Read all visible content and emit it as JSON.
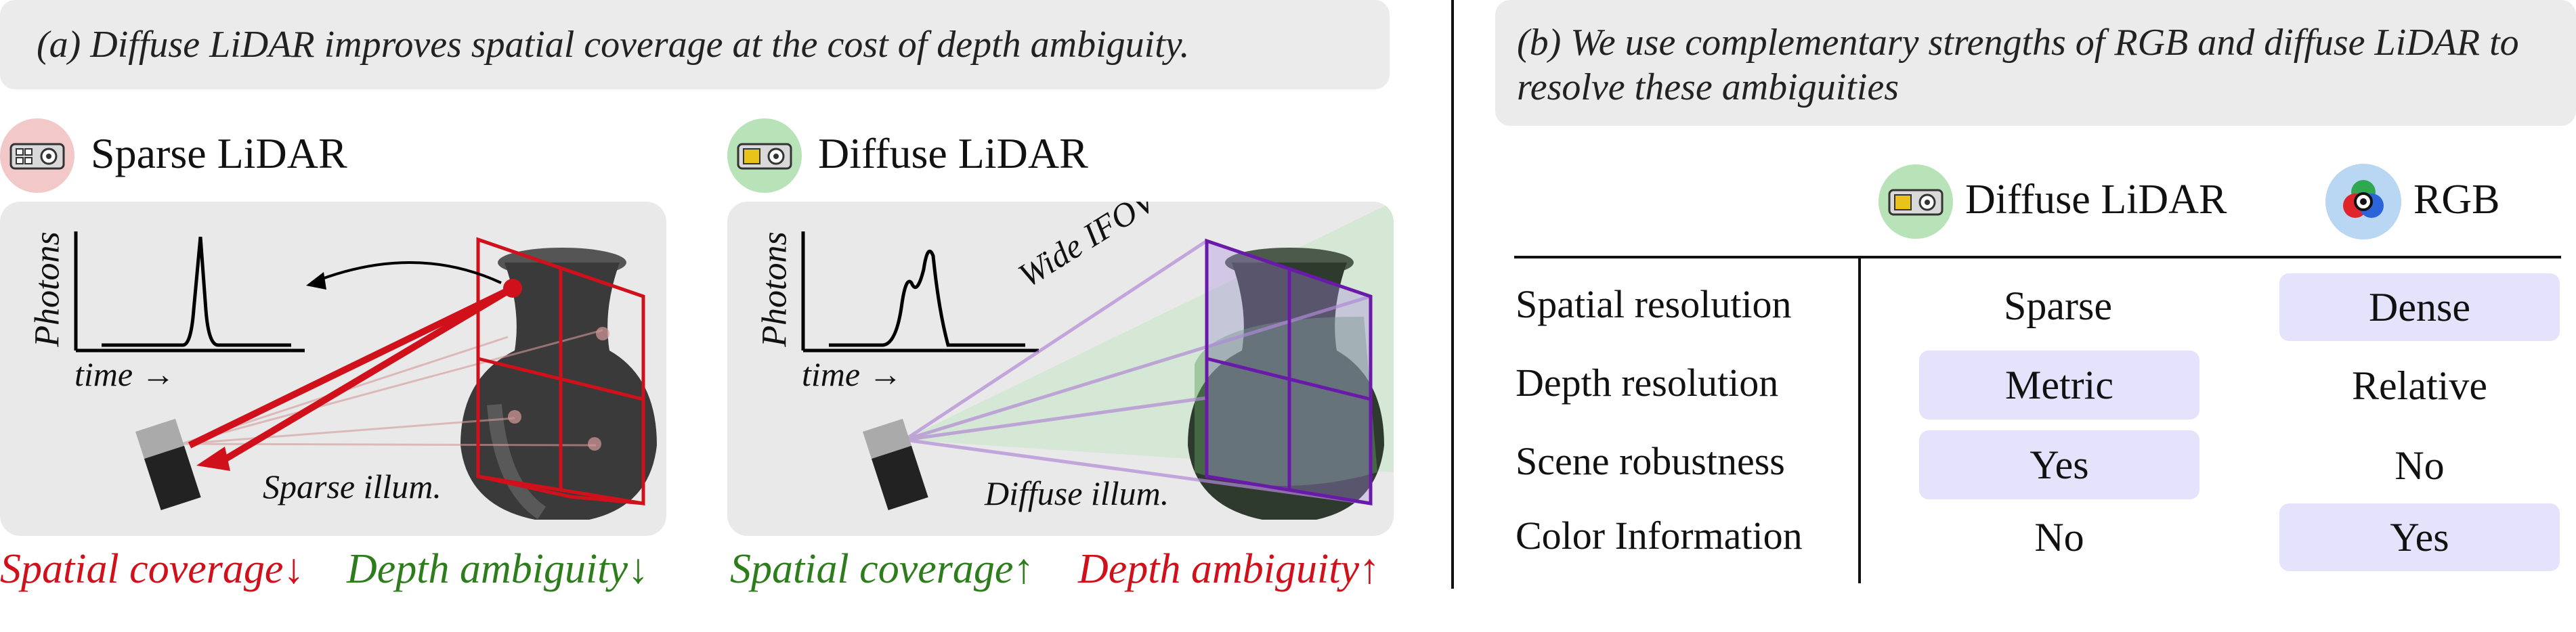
{
  "left": {
    "caption": "(a) Diffuse LiDAR improves spatial coverage at the cost of depth ambiguity.",
    "sparse": {
      "title": "Sparse LiDAR",
      "ylabel": "Photons",
      "xlabel": "time →",
      "illum": "Sparse illum.",
      "spatial": "Spatial coverage↓",
      "depth": "Depth ambiguity↓"
    },
    "diffuse": {
      "title": "Diffuse LiDAR",
      "ylabel": "Photons",
      "xlabel": "time →",
      "illum": "Diffuse illum.",
      "ifov": "Wide IFOV",
      "spatial": "Spatial coverage↑",
      "depth": "Depth ambiguity↑"
    }
  },
  "right": {
    "caption": "(b) We use complementary strengths of RGB and diffuse LiDAR to resolve these ambiguities",
    "col1": "Diffuse LiDAR",
    "col2": "RGB",
    "rows": [
      {
        "label": "Spatial resolution",
        "v1": "Sparse",
        "v2": "Dense",
        "hl": 2
      },
      {
        "label": "Depth resolution",
        "v1": "Metric",
        "v2": "Relative",
        "hl": 1
      },
      {
        "label": "Scene robustness",
        "v1": "Yes",
        "v2": "No",
        "hl": 1
      },
      {
        "label": "Color Information",
        "v1": "No",
        "v2": "Yes",
        "hl": 2
      }
    ]
  },
  "colors": {
    "red": "#d0111b",
    "green": "#2e7d1c",
    "purple": "#6a1aa8",
    "highlight": "#e5e3fb"
  }
}
